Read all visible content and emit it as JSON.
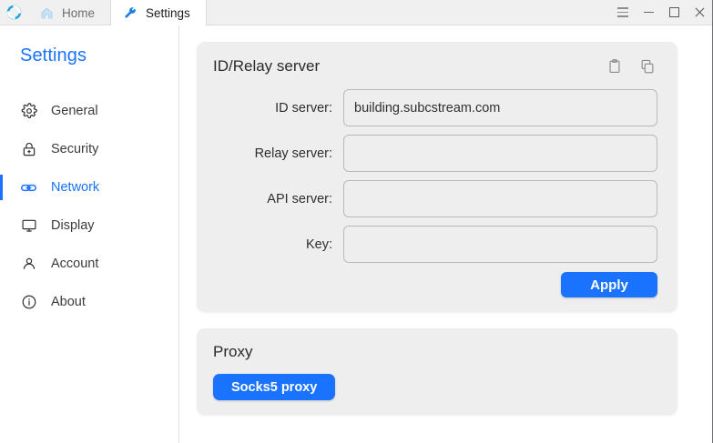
{
  "window": {
    "logo_icon": "refresh-circle-logo",
    "tabs": [
      {
        "label": "Home",
        "icon": "home-icon",
        "active": false
      },
      {
        "label": "Settings",
        "icon": "wrench-icon",
        "active": true
      }
    ],
    "controls": {
      "menu": "hamburger-menu-icon",
      "minimize": "minimize-icon",
      "maximize": "maximize-icon",
      "close": "close-icon"
    }
  },
  "sidebar": {
    "title": "Settings",
    "items": [
      {
        "label": "General",
        "icon": "gear-icon",
        "active": false
      },
      {
        "label": "Security",
        "icon": "lock-icon",
        "active": false
      },
      {
        "label": "Network",
        "icon": "link-icon",
        "active": true
      },
      {
        "label": "Display",
        "icon": "monitor-icon",
        "active": false
      },
      {
        "label": "Account",
        "icon": "person-icon",
        "active": false
      },
      {
        "label": "About",
        "icon": "info-icon",
        "active": false
      }
    ]
  },
  "main": {
    "id_relay_card": {
      "title": "ID/Relay server",
      "actions": [
        {
          "name": "paste-icon",
          "title": "paste"
        },
        {
          "name": "copy-icon",
          "title": "copy"
        }
      ],
      "fields": [
        {
          "label": "ID server:",
          "value": "building.subcstream.com",
          "placeholder": ""
        },
        {
          "label": "Relay server:",
          "value": "",
          "placeholder": ""
        },
        {
          "label": "API server:",
          "value": "",
          "placeholder": ""
        },
        {
          "label": "Key:",
          "value": "",
          "placeholder": ""
        }
      ],
      "apply_label": "Apply"
    },
    "proxy_card": {
      "title": "Proxy",
      "socks5_label": "Socks5 proxy"
    }
  },
  "colors": {
    "accent": "#1a73ff",
    "card_bg": "#eeeeef",
    "sidebar_bg": "#ffffff",
    "titlebar_bg": "#f0f0f0"
  }
}
